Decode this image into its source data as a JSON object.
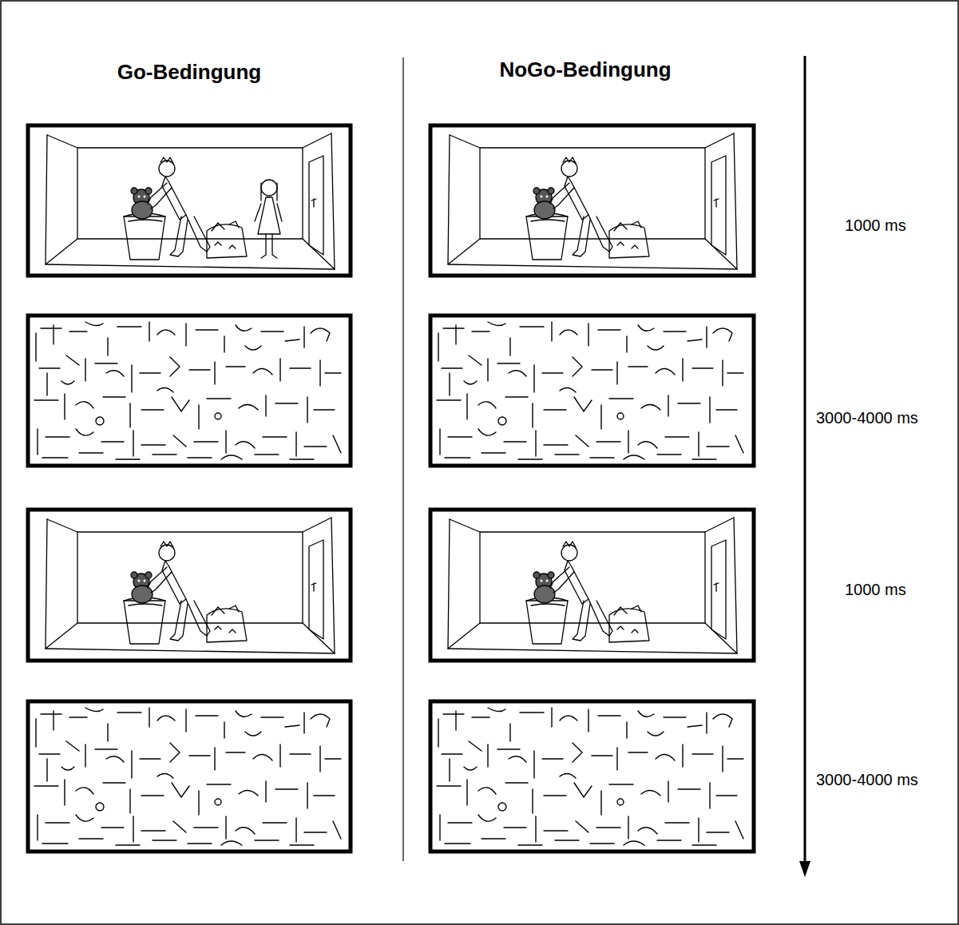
{
  "diagram": {
    "labels": [
      "Go-Bedingung",
      "NoGo-Bedingung",
      "1000 ms",
      "3000-4000 ms",
      "1000 ms",
      "3000-4000 ms"
    ]
  }
}
